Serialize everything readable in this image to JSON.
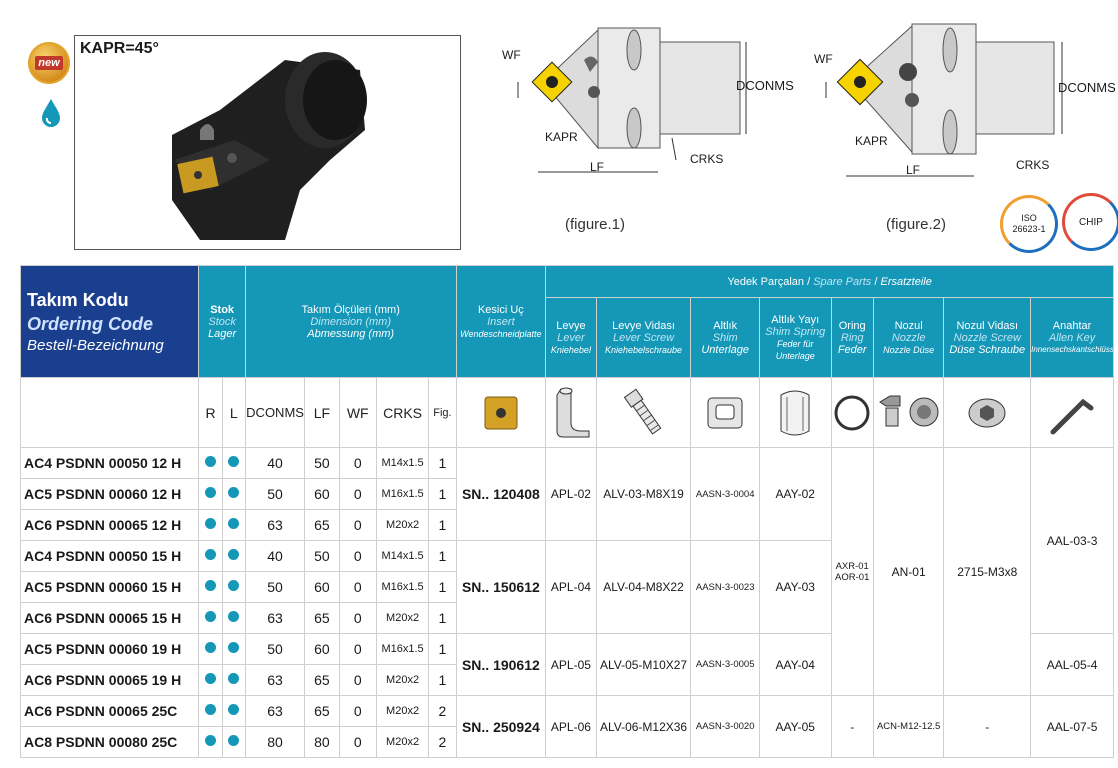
{
  "product": {
    "badge": "new",
    "kapr": "KAPR=45°"
  },
  "figures": {
    "fig1_caption": "(figure.1)",
    "fig2_caption": "(figure.2)",
    "dim_wf": "WF",
    "dim_dconms": "DCONMS",
    "dim_kapr": "KAPR",
    "dim_lf": "LF",
    "dim_crks": "CRKS"
  },
  "badges": {
    "iso_line1": "ISO",
    "iso_line2": "26623-1",
    "chip": "CHIP"
  },
  "header": {
    "code_tr": "Takım Kodu",
    "code_en": "Ordering Code",
    "code_de": "Bestell-Bezeichnung",
    "stock_tr": "Stok",
    "stock_en": "Stock",
    "stock_de": "Lager",
    "dim_tr": "Takım Ölçüleri (mm)",
    "dim_en": "Dimension (mm)",
    "dim_de": "Abmessung (mm)",
    "insert_tr": "Kesici Uç",
    "insert_en": "Insert",
    "insert_de": "Wendeschneidplatte",
    "spare_tr": "Yedek Parçalan",
    "spare_en": "Spare Parts",
    "spare_de": "Ersatzteile",
    "sep": "/",
    "parts": [
      {
        "tr": "Levye",
        "en": "Lever",
        "de": "Kniehebel"
      },
      {
        "tr": "Levye Vidası",
        "en": "Lever Screw",
        "de": "Kniehebelschraube"
      },
      {
        "tr": "Altlık",
        "en": "Shim",
        "de": "Unterlage"
      },
      {
        "tr": "Altlık Yayı",
        "en": "Shim Spring",
        "de": "Feder für Unterlage"
      },
      {
        "tr": "Oring",
        "en": "Ring",
        "de": "Feder"
      },
      {
        "tr": "Nozul",
        "en": "Nozzle",
        "de": "Nozzle Düse"
      },
      {
        "tr": "Nozul Vidası",
        "en": "Nozzle Screw",
        "de": "Düse Schraube"
      },
      {
        "tr": "Anahtar",
        "en": "Allen Key",
        "de": "Innensechskantschlüssel"
      }
    ],
    "cols": {
      "r": "R",
      "l": "L",
      "dconms": "DCONMS",
      "lf": "LF",
      "wf": "WF",
      "crks": "CRKS",
      "fig": "Fig."
    }
  },
  "rows": [
    {
      "code": "AC4 PSDNN 00050 12 H",
      "dconms": "40",
      "lf": "50",
      "wf": "0",
      "crks": "M14x1.5",
      "fig": "1"
    },
    {
      "code": "AC5 PSDNN 00060 12 H",
      "dconms": "50",
      "lf": "60",
      "wf": "0",
      "crks": "M16x1.5",
      "fig": "1"
    },
    {
      "code": "AC6 PSDNN 00065 12 H",
      "dconms": "63",
      "lf": "65",
      "wf": "0",
      "crks": "M20x2",
      "fig": "1"
    },
    {
      "code": "AC4 PSDNN 00050 15 H",
      "dconms": "40",
      "lf": "50",
      "wf": "0",
      "crks": "M14x1.5",
      "fig": "1"
    },
    {
      "code": "AC5 PSDNN 00060 15 H",
      "dconms": "50",
      "lf": "60",
      "wf": "0",
      "crks": "M16x1.5",
      "fig": "1"
    },
    {
      "code": "AC6 PSDNN 00065 15 H",
      "dconms": "63",
      "lf": "65",
      "wf": "0",
      "crks": "M20x2",
      "fig": "1"
    },
    {
      "code": "AC5 PSDNN 00060 19 H",
      "dconms": "50",
      "lf": "60",
      "wf": "0",
      "crks": "M16x1.5",
      "fig": "1"
    },
    {
      "code": "AC6 PSDNN 00065 19 H",
      "dconms": "63",
      "lf": "65",
      "wf": "0",
      "crks": "M20x2",
      "fig": "1"
    },
    {
      "code": "AC6 PSDNN 00065 25C",
      "dconms": "63",
      "lf": "65",
      "wf": "0",
      "crks": "M20x2",
      "fig": "2"
    },
    {
      "code": "AC8 PSDNN 00080 25C",
      "dconms": "80",
      "lf": "80",
      "wf": "0",
      "crks": "M20x2",
      "fig": "2"
    }
  ],
  "groups": [
    {
      "insert": "SN.. 120408",
      "lever": "APL-02",
      "lever_screw": "ALV-03-M8X19",
      "shim": "AASN-3-0004",
      "shim_spring": "AAY-02"
    },
    {
      "insert": "SN.. 150612",
      "lever": "APL-04",
      "lever_screw": "ALV-04-M8X22",
      "shim": "AASN-3-0023",
      "shim_spring": "AAY-03"
    },
    {
      "insert": "SN.. 190612",
      "lever": "APL-05",
      "lever_screw": "ALV-05-M10X27",
      "shim": "AASN-3-0005",
      "shim_spring": "AAY-04"
    },
    {
      "insert": "SN.. 250924",
      "lever": "APL-06",
      "lever_screw": "ALV-06-M12X36",
      "shim": "AASN-3-0020",
      "shim_spring": "AAY-05"
    }
  ],
  "shared": {
    "oring_1": "AXR-01",
    "oring_2": "AOR-01",
    "nozzle": "AN-01",
    "nozzle_screw": "2715-M3x8",
    "key_a": "AAL-03-3",
    "key_b": "AAL-05-4",
    "key_c": "AAL-07-5",
    "last_oring": "-",
    "last_nozzle": "ACN-M12-12.5",
    "last_nozzle_screw": "-"
  },
  "colors": {
    "header": "#1597b8",
    "header_main": "#1a3f8f",
    "dot": "#1597b8"
  }
}
